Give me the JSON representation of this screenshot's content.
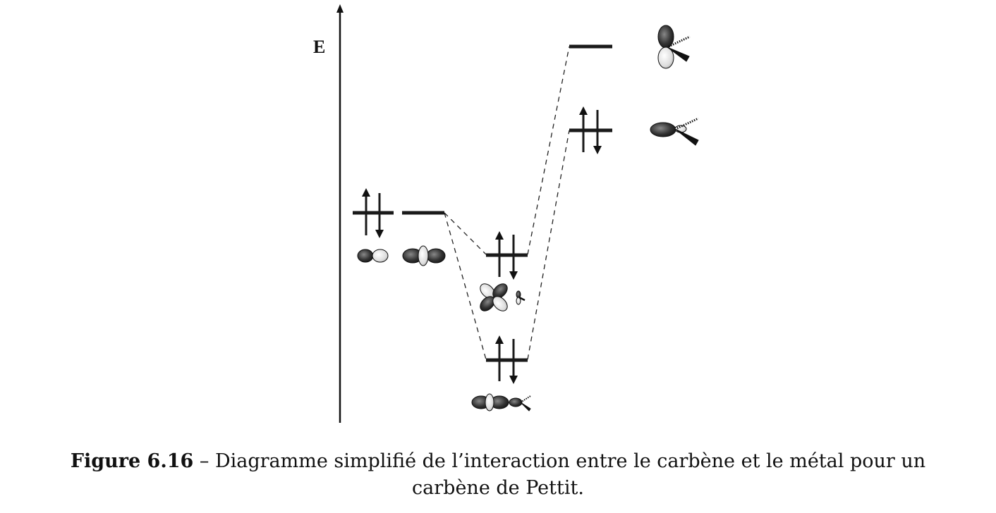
{
  "diagram": {
    "axis_label": "E",
    "levels": [
      {
        "id": "carbene-left-1",
        "electrons": 2
      },
      {
        "id": "carbene-left-2",
        "electrons": 0
      },
      {
        "id": "complex-upper",
        "electrons": 2
      },
      {
        "id": "complex-lower",
        "electrons": 2
      },
      {
        "id": "metal-top",
        "electrons": 0
      },
      {
        "id": "metal-middle",
        "electrons": 2
      }
    ]
  },
  "caption": {
    "label": "Figure 6.16",
    "separator": " – ",
    "text_line1": "Diagramme simplifié de l’interaction entre le carbène et le métal pour un",
    "text_line2": "carbène de Pettit."
  }
}
